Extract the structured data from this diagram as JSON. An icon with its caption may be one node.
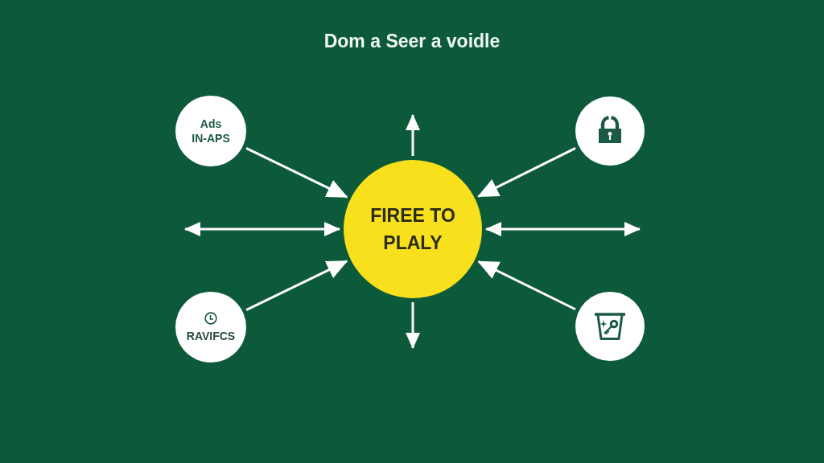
{
  "diagram": {
    "title": "Dom a Seer a voidle",
    "nodes": [
      {
        "text": [
          "Ads IN-APS"
        ]
      },
      {
        "text": [],
        "shape": "circle"
      },
      {
        "text": [
          "FIREE TO PLALY"
        ]
      },
      {
        "text": [
          "RAVIFCS"
        ]
      },
      {
        "text": [],
        "shape": "circle"
      }
    ],
    "edges": [
      {
        "from": 2,
        "to": null,
        "arrow": "to"
      },
      {
        "from": 0,
        "to": 2,
        "arrow": "to"
      },
      {
        "from": 1,
        "to": 2,
        "arrow": "to"
      },
      {
        "from": null,
        "to": 2,
        "arrow": "both"
      },
      {
        "from": 2,
        "to": null,
        "arrow": "both"
      },
      {
        "from": 3,
        "to": 2,
        "arrow": "to"
      },
      {
        "from": 4,
        "to": 2,
        "arrow": "to"
      },
      {
        "from": 2,
        "to": null,
        "arrow": "to"
      }
    ]
  }
}
